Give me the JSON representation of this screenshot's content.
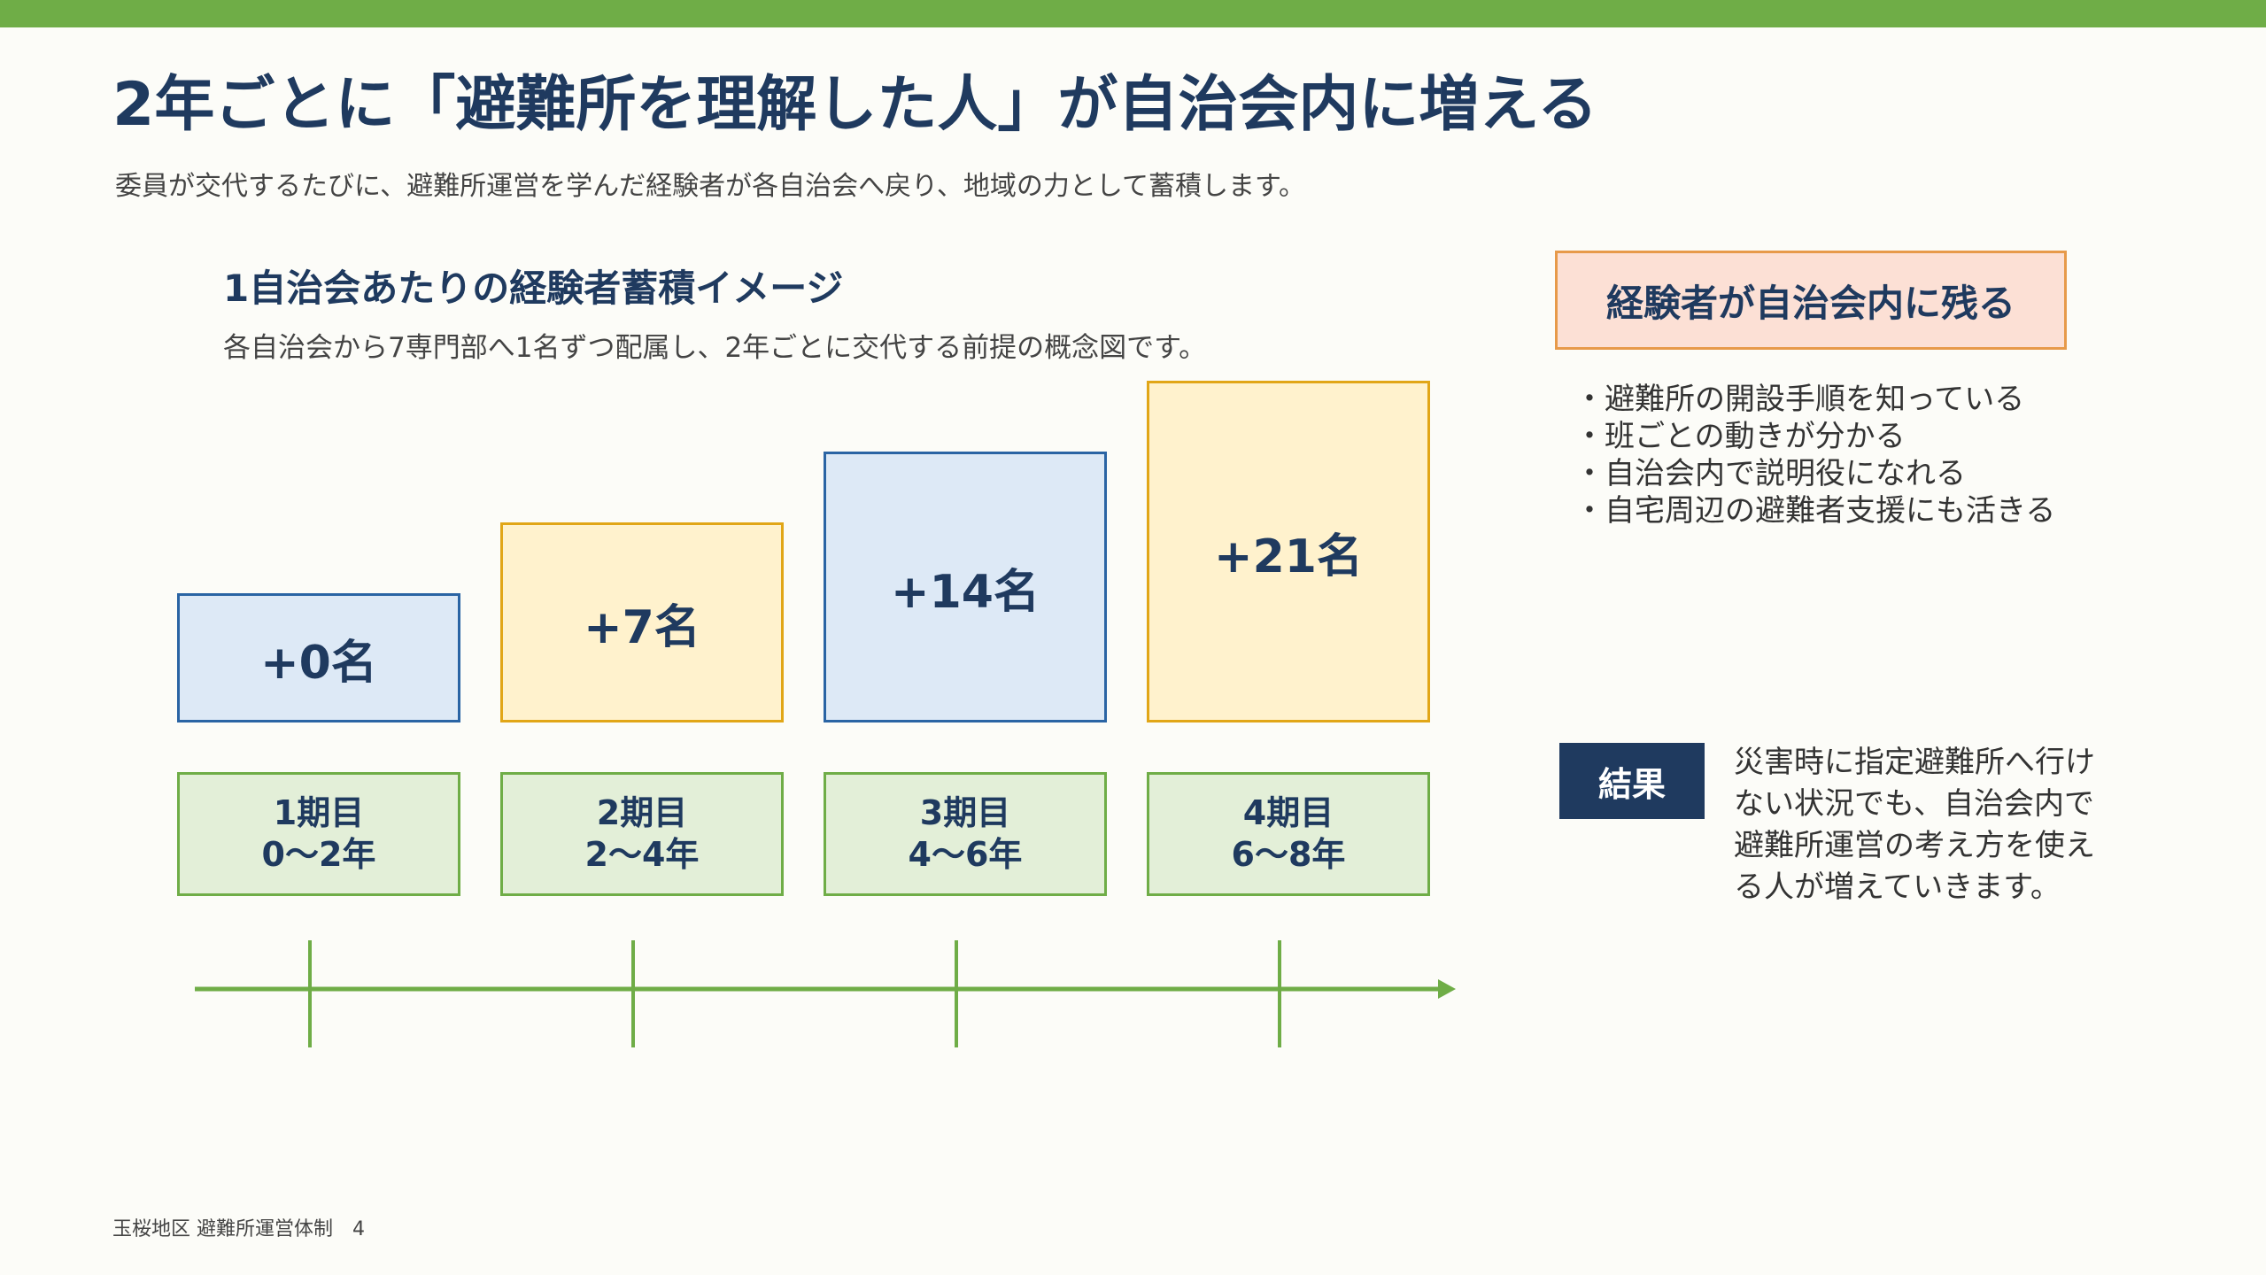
{
  "header": {
    "title": "2年ごとに「避難所を理解した人」が自治会内に増える",
    "subtitle": "委員が交代するたびに、避難所運営を学んだ経験者が各自治会へ戻り、地域の力として蓄積します。"
  },
  "section": {
    "title": "1自治会あたりの経験者蓄積イメージ",
    "description": "各自治会から7専門部へ1名ずつ配属し、2年ごとに交代する前提の概念図です。"
  },
  "chart_data": {
    "type": "bar",
    "categories": [
      "1期目 0〜2年",
      "2期目 2〜4年",
      "3期目 4〜6年",
      "4期目 6〜8年"
    ],
    "values": [
      0,
      7,
      14,
      21
    ],
    "value_labels": [
      "+0名",
      "+7名",
      "+14名",
      "+21名"
    ],
    "colors": [
      "#dde9f6",
      "#fff2cd",
      "#dde9f6",
      "#fff2cd"
    ]
  },
  "periods": [
    {
      "name": "1期目",
      "range": "0〜2年"
    },
    {
      "name": "2期目",
      "range": "2〜4年"
    },
    {
      "name": "3期目",
      "range": "4〜6年"
    },
    {
      "name": "4期目",
      "range": "6〜8年"
    }
  ],
  "callout": {
    "title": "経験者が自治会内に残る",
    "items": [
      "・避難所の開設手順を知っている",
      "・班ごとの動きが分かる",
      "・自治会内で説明役になれる",
      "・自宅周辺の避難者支援にも活きる"
    ]
  },
  "result": {
    "badge": "結果",
    "text": "災害時に指定避難所へ行けない状況でも、自治会内で避難所運営の考え方を使える人が増えていきます。"
  },
  "footer": "玉桜地区 避難所運営体制　4",
  "colors": {
    "accent_green": "#6fad47",
    "navy": "#1f3a5f",
    "blue_fill": "#dde9f6",
    "blue_border": "#2a64a4",
    "yellow_fill": "#fff2cd",
    "yellow_border": "#e1a617",
    "green_fill": "#e3efd8",
    "callout_fill": "#fce0d5",
    "callout_border": "#e79a4a"
  }
}
